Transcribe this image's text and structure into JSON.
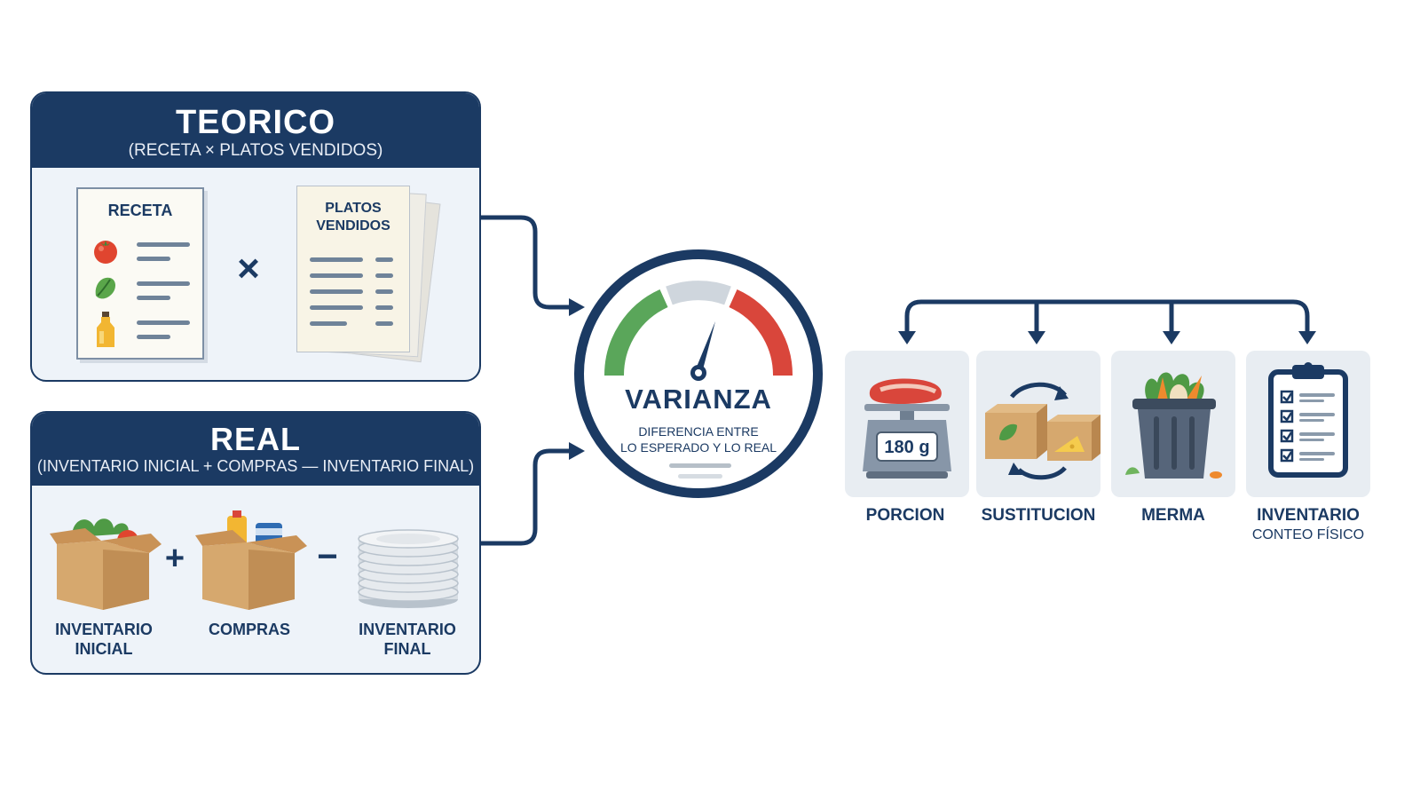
{
  "teorico": {
    "title": "TEORICO",
    "subtitle": "(RECETA × PLATOS VENDIDOS)",
    "receta_label": "RECETA",
    "operator": "×",
    "platos_label_1": "PLATOS",
    "platos_label_2": "VENDIDOS"
  },
  "real": {
    "title": "REAL",
    "subtitle": "(INVENTARIO INICIAL + COMPRAS — INVENTARIO FINAL)",
    "items": [
      {
        "label_1": "INVENTARIO",
        "label_2": "INICIAL"
      },
      {
        "label_1": "COMPRAS",
        "label_2": ""
      },
      {
        "label_1": "INVENTARIO",
        "label_2": "FINAL"
      }
    ],
    "plus": "+",
    "minus": "−"
  },
  "varianza": {
    "title": "VARIANZA",
    "subtitle_1": "DIFERENCIA ENTRE",
    "subtitle_2": "LO ESPERADO Y LO REAL"
  },
  "causes": [
    {
      "label": "PORCION",
      "sub": "",
      "scale_value": "180 g"
    },
    {
      "label": "SUSTITUCION",
      "sub": ""
    },
    {
      "label": "MERMA",
      "sub": ""
    },
    {
      "label": "INVENTARIO",
      "sub": "CONTEO FÍSICO"
    }
  ],
  "colors": {
    "navy": "#1b3a63",
    "gauge_green": "#5aa65a",
    "gauge_gray": "#cfd6dd",
    "gauge_red": "#d9463b",
    "box": "#d6a86e"
  }
}
